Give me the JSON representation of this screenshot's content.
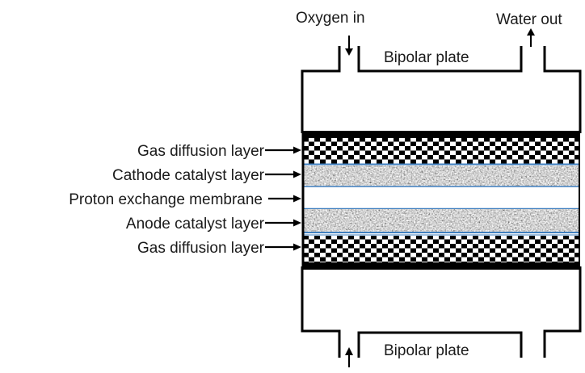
{
  "diagram": {
    "title": "PEM fuel cell cross-section",
    "top_labels": {
      "inlet": "Oxygen in",
      "outlet": "Water out",
      "plate": "Bipolar plate"
    },
    "bottom_labels": {
      "plate": "Bipolar plate"
    },
    "layers": [
      {
        "id": "gdl-top",
        "label": "Gas diffusion layer",
        "pattern": "checkerboard"
      },
      {
        "id": "cathode-catalyst",
        "label": "Cathode catalyst layer",
        "pattern": "speckled-gray"
      },
      {
        "id": "membrane",
        "label": "Proton exchange membrane",
        "pattern": "white"
      },
      {
        "id": "anode-catalyst",
        "label": "Anode catalyst layer",
        "pattern": "speckled-gray"
      },
      {
        "id": "gdl-bottom",
        "label": "Gas diffusion layer",
        "pattern": "checkerboard"
      }
    ],
    "colors": {
      "line": "#000000",
      "boundary_blue": "#3f7fbf",
      "catalyst_gray": "#9a9a9a"
    }
  }
}
